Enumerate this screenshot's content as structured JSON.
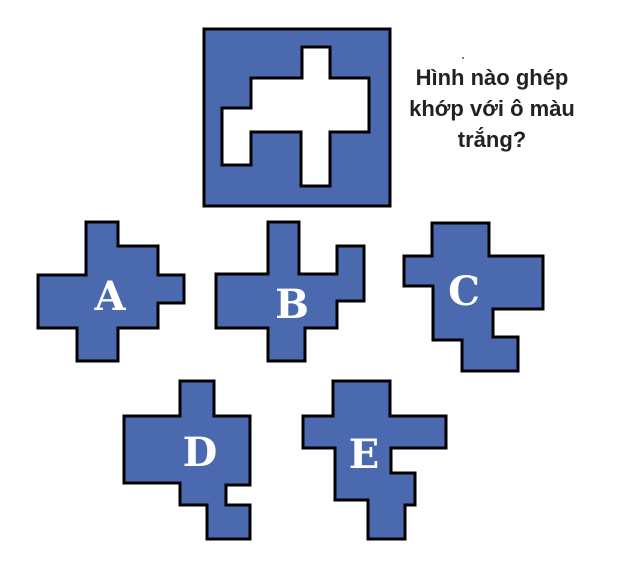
{
  "question": {
    "lines": [
      "Hình nào ghép",
      "khớp với ô màu",
      "trắng?"
    ]
  },
  "colors": {
    "shape_fill": "#4B69AE",
    "outline": "#000000",
    "hole": "#FFFFFF",
    "label": "#FFFFFF"
  },
  "options": [
    {
      "letter": "A",
      "icon": "puzzle-piece-icon"
    },
    {
      "letter": "B",
      "icon": "puzzle-piece-icon"
    },
    {
      "letter": "C",
      "icon": "puzzle-piece-icon"
    },
    {
      "letter": "D",
      "icon": "puzzle-piece-icon"
    },
    {
      "letter": "E",
      "icon": "puzzle-piece-icon"
    }
  ]
}
